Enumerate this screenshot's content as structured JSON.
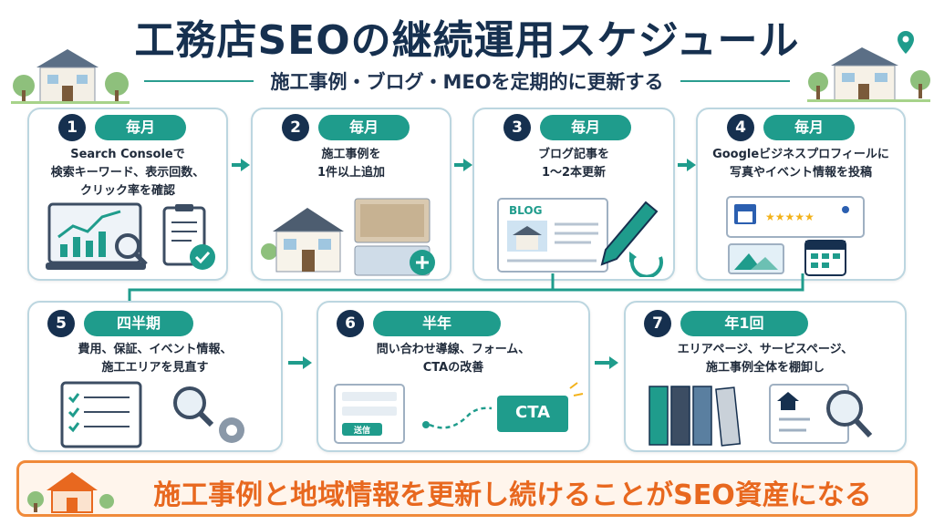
{
  "header": {
    "title": "工務店SEOの継続運用スケジュール",
    "subtitle": "施工事例・ブログ・MEOを定期的に更新する"
  },
  "steps": [
    {
      "num": "1",
      "freq": "毎月",
      "lines": [
        "Search Consoleで",
        "検索キーワード、表示回数、",
        "クリック率を確認"
      ]
    },
    {
      "num": "2",
      "freq": "毎月",
      "lines": [
        "施工事例を",
        "1件以上追加"
      ]
    },
    {
      "num": "3",
      "freq": "毎月",
      "lines": [
        "ブログ記事を",
        "1～2本更新"
      ],
      "blog_label": "BLOG"
    },
    {
      "num": "4",
      "freq": "毎月",
      "lines": [
        "Googleビジネスプロフィールに",
        "写真やイベント情報を投稿"
      ]
    },
    {
      "num": "5",
      "freq": "四半期",
      "lines": [
        "費用、保証、イベント情報、",
        "施工エリアを見直す"
      ]
    },
    {
      "num": "6",
      "freq": "半年",
      "lines": [
        "問い合わせ導線、フォーム、",
        "CTAの改善"
      ],
      "form_button": "送信",
      "cta_label": "CTA"
    },
    {
      "num": "7",
      "freq": "年1回",
      "lines": [
        "エリアページ、サービスページ、",
        "施工事例全体を棚卸し"
      ]
    }
  ],
  "banner": {
    "text": "施工事例と地域情報を更新し続けることがSEO資産になる"
  },
  "colors": {
    "navy": "#16304f",
    "teal": "#1f9c8c",
    "orange": "#f08a3a"
  }
}
